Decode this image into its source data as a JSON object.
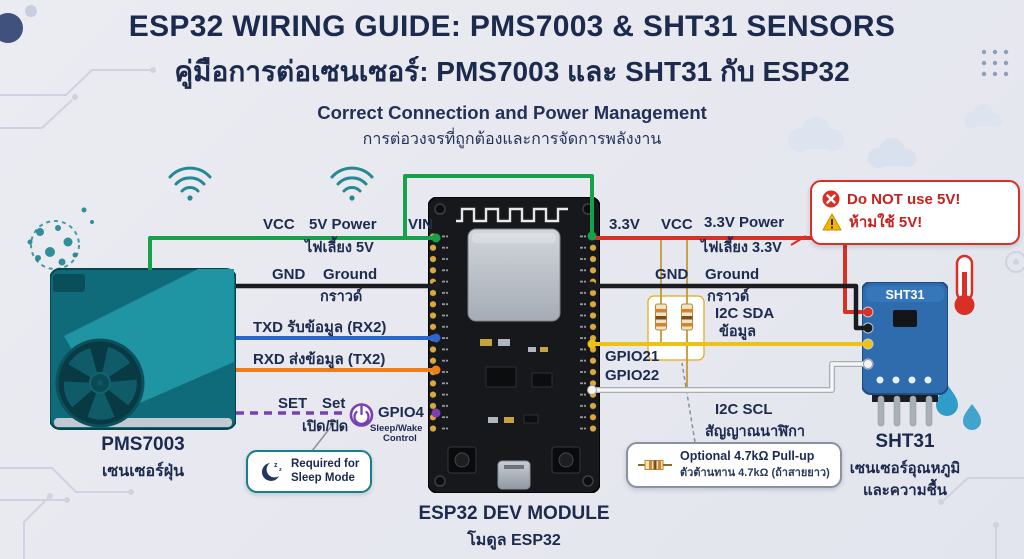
{
  "header": {
    "title": "ESP32 WIRING GUIDE: PMS7003 & SHT31 SENSORS",
    "title_th": "คู่มือการต่อเซนเซอร์: PMS7003 และ SHT31 กับ ESP32",
    "subtitle": "Correct Connection and Power Management",
    "subtitle_th": "การต่อวงจรที่ถูกต้องและการจัดการพลังงาน"
  },
  "pms7003": {
    "name": "PMS7003",
    "caption_th": "เซนเซอร์ฝุ่น"
  },
  "esp32": {
    "name": "ESP32 DEV MODULE",
    "caption_th": "โมดูล ESP32"
  },
  "sht31": {
    "board_label": "SHT31",
    "name": "SHT31",
    "caption_th_line1": "เซนเซอร์อุณหภูมิ",
    "caption_th_line2": "และความชื้น"
  },
  "left_connections": {
    "vcc": {
      "signal": "VCC",
      "desc_en": "5V Power",
      "desc_th": "ไฟเลี้ยง 5V",
      "esp_pin": "VIN"
    },
    "gnd": {
      "signal": "GND",
      "desc_en": "Ground",
      "desc_th": "กราวด์"
    },
    "txd": {
      "label": "TXD รับข้อมูล (RX2)"
    },
    "rxd": {
      "label": "RXD ส่งข้อมูล (TX2)"
    },
    "set": {
      "signal": "SET",
      "desc_en": "Set",
      "desc_th": "เปิด/ปิด",
      "esp_pin": "GPIO4",
      "note_line1": "Sleep/Wake",
      "note_line2": "Control"
    }
  },
  "right_connections": {
    "vcc": {
      "esp_pin": "3.3V",
      "signal": "VCC",
      "desc_en": "3.3V Power",
      "desc_th": "ไฟเลี้ยง 3.3V"
    },
    "gnd": {
      "signal": "GND",
      "desc_en": "Ground",
      "desc_th": "กราวด์"
    },
    "sda": {
      "esp_pin": "GPIO21",
      "desc_en": "I2C SDA",
      "desc_th": "ข้อมูล"
    },
    "scl": {
      "esp_pin": "GPIO22",
      "desc_en": "I2C SCL",
      "desc_th": "สัญญาณนาฬิกา"
    }
  },
  "callouts": {
    "no_5v": {
      "line1": "Do NOT use 5V!",
      "line2": "ห้ามใช้ 5V!"
    },
    "sleep_mode": {
      "line1": "Required for",
      "line2": "Sleep Mode"
    },
    "pullup": {
      "line1": "Optional 4.7kΩ Pull-up",
      "line2": "ตัวต้านทาน 4.7kΩ (ถ้าสายยาว)"
    }
  },
  "colors": {
    "background": "#e9eaf0",
    "title_text": "#1c2a4e",
    "teal_accent": "#157f8d",
    "wire_green_5v": "#17a24a",
    "wire_black_gnd": "#1b1c1f",
    "wire_blue_txd": "#2b66cc",
    "wire_orange_rxd": "#ef7d1a",
    "wire_purple_set": "#7a3fb5",
    "wire_red_3v3": "#d93025",
    "wire_yellow_sda": "#eec117",
    "wire_white_scl": "#f4f4f4",
    "warning_red": "#c5221f",
    "sht31_board_blue": "#2e6cad",
    "pms7003_teal": "#0f6b79",
    "esp32_pcb_black": "#17181b"
  }
}
